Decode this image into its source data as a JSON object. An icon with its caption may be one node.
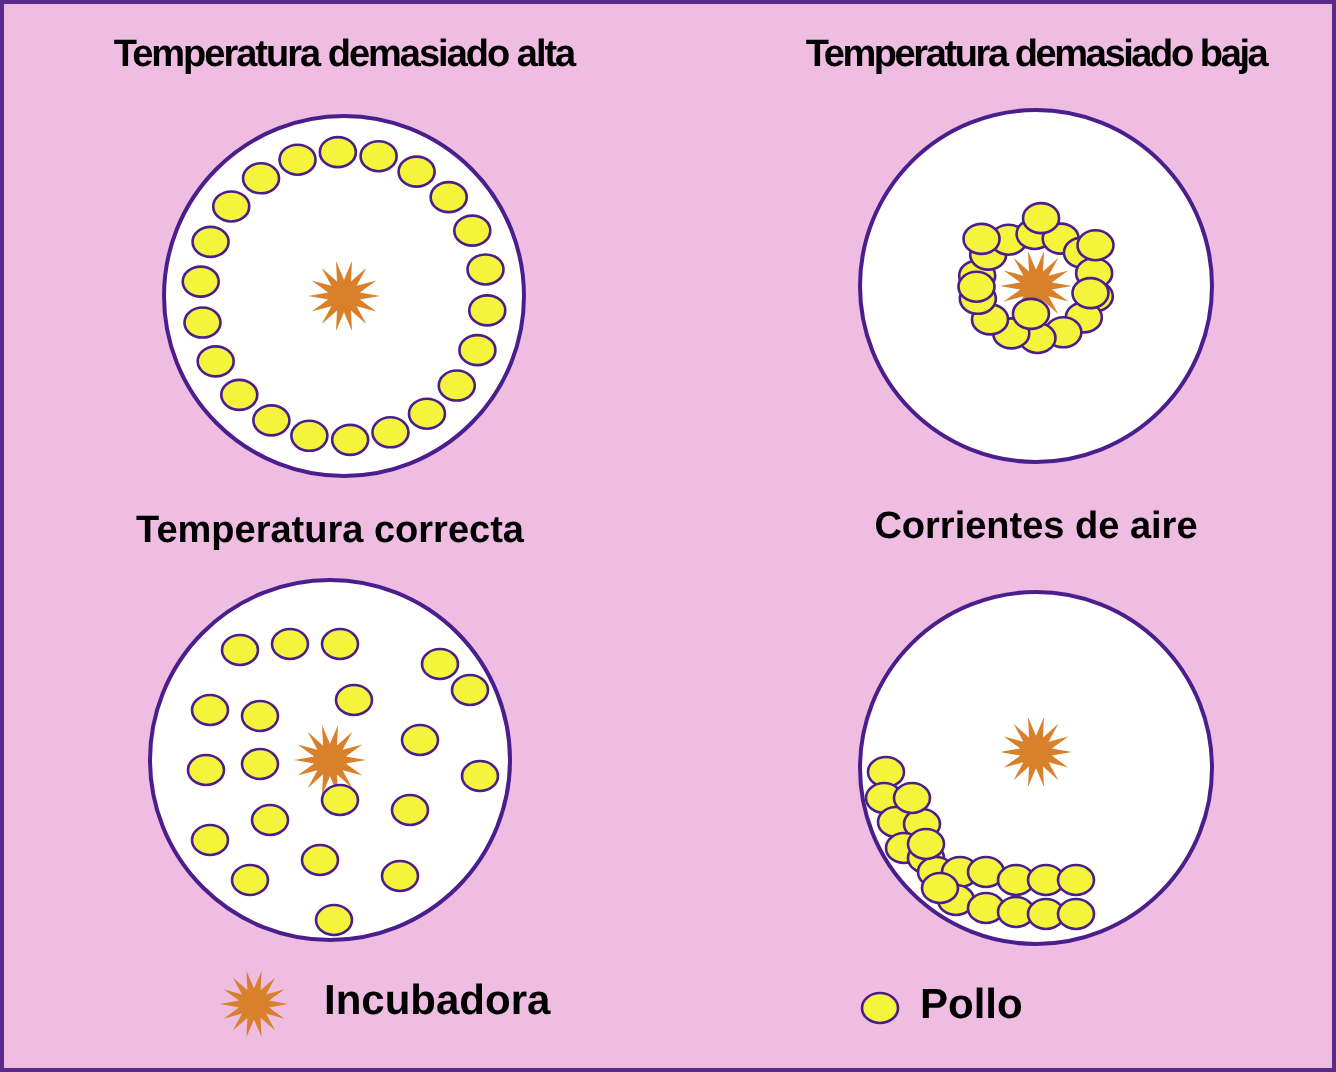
{
  "diagram": {
    "nodes": [
      {
        "text": [
          "Temperatura demasiado alta"
        ]
      },
      {
        "text": [
          "Temperatura demasiado baja"
        ]
      },
      {
        "text": [
          "Temperatura correcta"
        ]
      },
      {
        "text": [
          "Corrientes de aire"
        ]
      }
    ],
    "legend": [
      {
        "text": "Incubadora"
      },
      {
        "text": "Pollo"
      }
    ]
  }
}
